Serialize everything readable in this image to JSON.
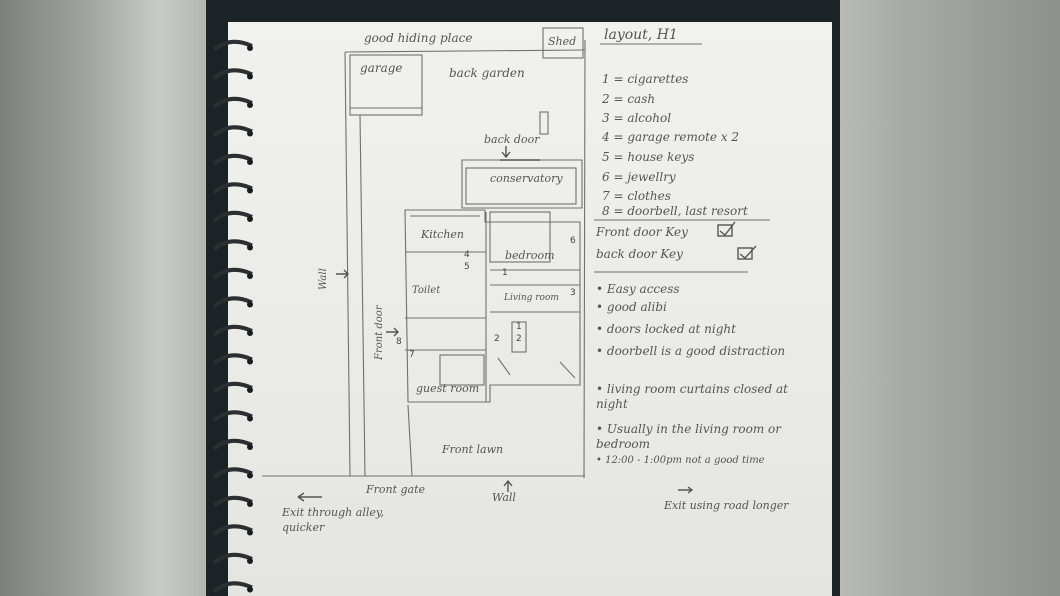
{
  "notebook": {
    "map_labels": {
      "good_hiding_place": "good hiding place",
      "shed": "Shed",
      "garage": "garage",
      "back_garden": "back garden",
      "back_door": "back door",
      "conservatory": "conservatory",
      "kitchen": "Kitchen",
      "bedroom": "bedroom",
      "toilet": "Toilet",
      "living_room": "Living room",
      "guest_room": "guest room",
      "front_lawn": "Front lawn",
      "front_gate": "Front gate",
      "front_door": "Front door",
      "wall_left": "Wall",
      "wall_bottom": "Wall",
      "exit_left": "Exit through alley, quicker",
      "exit_right": "Exit using road longer"
    },
    "markers": {
      "m1": "1",
      "m2a": "2",
      "m2b": "2",
      "m3": "3",
      "m4": "4",
      "m5": "5",
      "m6": "6",
      "m7": "7",
      "m8": "8",
      "m1b": "1"
    },
    "legend": {
      "title": "layout, H1",
      "items": [
        "1 = cigarettes",
        "2 = cash",
        "3 = alcohol",
        "4 = garage remote x 2",
        "5 = house keys",
        "6 = jewellry",
        "7 = clothes",
        "8 = doorbell, last resort"
      ],
      "checks": [
        "Front door Key",
        "back door Key"
      ]
    },
    "notes": [
      "• Easy access",
      "• good alibi",
      "• doors locked at night",
      "• doorbell is a good distraction",
      "• living room curtains closed at night",
      "• Usually in the living room or bedroom",
      "• 12:00 - 1:00pm not a good time"
    ]
  }
}
